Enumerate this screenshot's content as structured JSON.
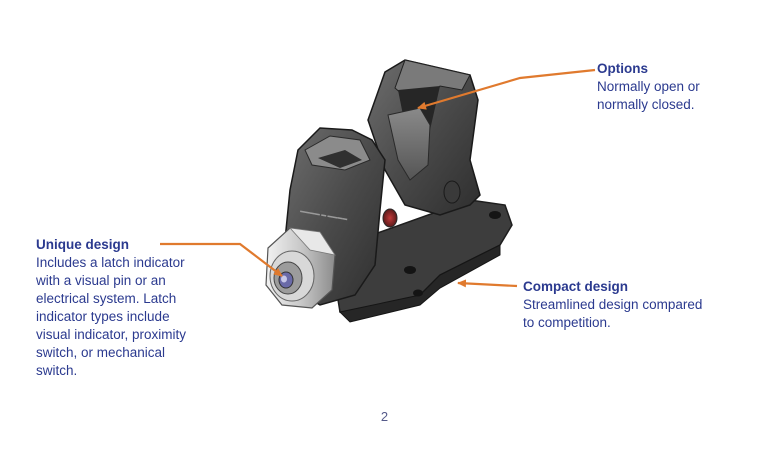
{
  "callouts": {
    "options": {
      "title": "Options",
      "description": "Normally open or\nnormally closed."
    },
    "unique": {
      "title": "Unique design",
      "description": "Includes a latch indicator\nwith a visual pin or an\nelectrical system. Latch\nindicator types include\nvisual indicator, proximity\nswitch, or mechanical\nswitch."
    },
    "compact": {
      "title": "Compact design",
      "description": "Streamlined design compared\nto competition."
    }
  },
  "page_number": "2",
  "colors": {
    "text": "#2b3a8f",
    "arrow": "#e07a2e",
    "body": "#4a4a4a"
  },
  "icons": {
    "product": "latch-device-illustration"
  }
}
